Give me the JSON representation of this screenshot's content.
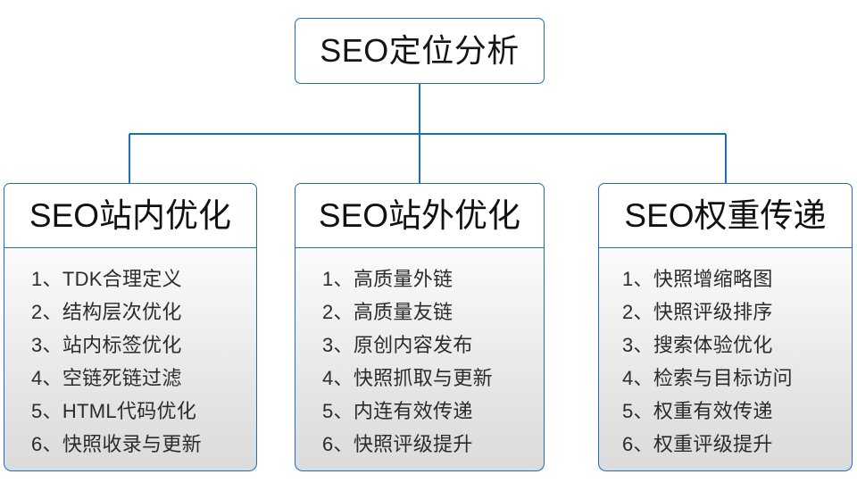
{
  "diagram": {
    "title": "SEO定位分析",
    "root": {
      "label": "SEO定位分析"
    },
    "branches": [
      {
        "header": "SEO站内优化",
        "items": [
          "1、TDK合理定义",
          "2、结构层次优化",
          "3、站内标签优化",
          "4、空链死链过滤",
          "5、HTML代码优化",
          "6、快照收录与更新"
        ]
      },
      {
        "header": "SEO站外优化",
        "items": [
          "1、高质量外链",
          "2、高质量友链",
          "3、原创内容发布",
          "4、快照抓取与更新",
          "5、内连有效传递",
          "6、快照评级提升"
        ]
      },
      {
        "header": "SEO权重传递",
        "items": [
          "1、快照增缩略图",
          "2、快照评级排序",
          "3、搜索体验优化",
          "4、检索与目标访问",
          "5、权重有效传递",
          "6、权重评级提升"
        ]
      }
    ],
    "colors": {
      "border": "#1b6ec2",
      "connector": "#1b6ec2",
      "node_background": "#ffffff",
      "list_background": "#e4e4e4",
      "text": "#151515"
    }
  }
}
